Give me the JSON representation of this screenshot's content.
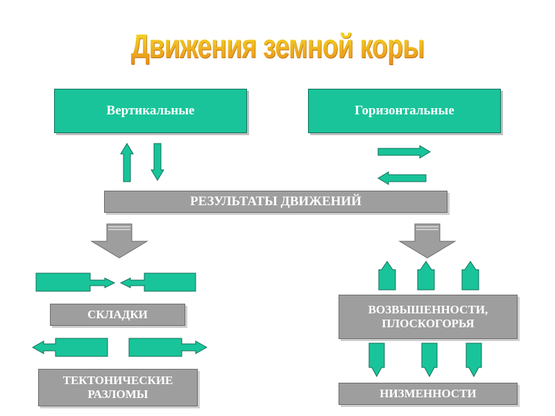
{
  "title": "Движения земной коры",
  "types": {
    "vertical": "Вертикальные",
    "horizontal": "Горизонтальные"
  },
  "results": "РЕЗУЛЬТАТЫ ДВИЖЕНИЙ",
  "left_outcomes": {
    "folds": "СКЛАДКИ",
    "faults": "ТЕКТОНИЧЕСКИЕ РАЗЛОМЫ"
  },
  "right_outcomes": {
    "uplands": "ВОЗВЫШЕННОСТИ, ПЛОСКОГОРЬЯ",
    "lowlands": "НИЗМЕННОСТИ"
  },
  "colors": {
    "accent_green": "#19c49a",
    "box_gray": "#9e9e9e",
    "title_yellow": "#f8e020",
    "title_orange": "#e88a1c"
  }
}
